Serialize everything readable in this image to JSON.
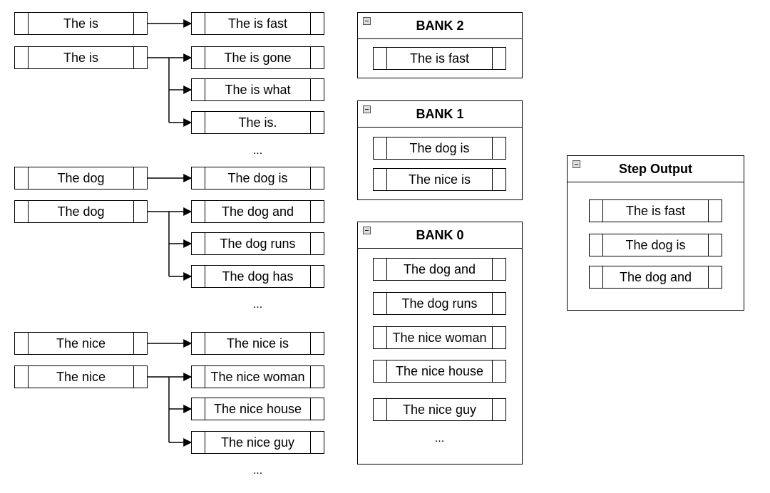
{
  "left_pairs": [
    {
      "source": "The is",
      "targets": [
        "The is fast"
      ]
    },
    {
      "source": "The is",
      "targets": [
        "The is gone",
        "The is what",
        "The is."
      ]
    },
    {
      "source": "The dog",
      "targets": [
        "The dog is"
      ]
    },
    {
      "source": "The dog",
      "targets": [
        "The dog and",
        "The dog runs",
        "The dog has"
      ]
    },
    {
      "source": "The nice",
      "targets": [
        "The nice is"
      ]
    },
    {
      "source": "The nice",
      "targets": [
        "The nice woman",
        "The nice house",
        "The nice guy"
      ]
    }
  ],
  "ellipsis": "...",
  "banks": [
    {
      "title": "BANK 2",
      "items": [
        "The is fast"
      ]
    },
    {
      "title": "BANK 1",
      "items": [
        "The dog is",
        "The nice is"
      ]
    },
    {
      "title": "BANK 0",
      "items": [
        "The dog and",
        "The dog runs",
        "The nice woman",
        "The nice house",
        "The nice guy"
      ],
      "more": "..."
    }
  ],
  "step_output": {
    "title": "Step Output",
    "items": [
      "The is fast",
      "The dog is",
      "The dog and"
    ]
  }
}
